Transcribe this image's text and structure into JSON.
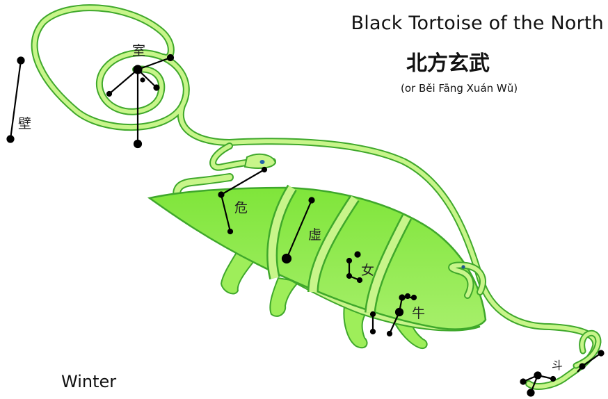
{
  "title_en": "Black Tortoise of the North",
  "title_zh": "北方玄武",
  "title_pinyin": "(or Běi Fāng Xuán Wǔ)",
  "season": "Winter",
  "mansions": {
    "shi": "室",
    "bi": "壁",
    "wei": "危",
    "xu": "虛",
    "nv": "女",
    "niu": "牛",
    "dou": "斗"
  },
  "colors": {
    "snake_body": "#c8f58a",
    "snake_outline": "#3fa82b",
    "shell": "#8fe84a",
    "shell_light": "#b4f17c",
    "star": "#000000"
  }
}
